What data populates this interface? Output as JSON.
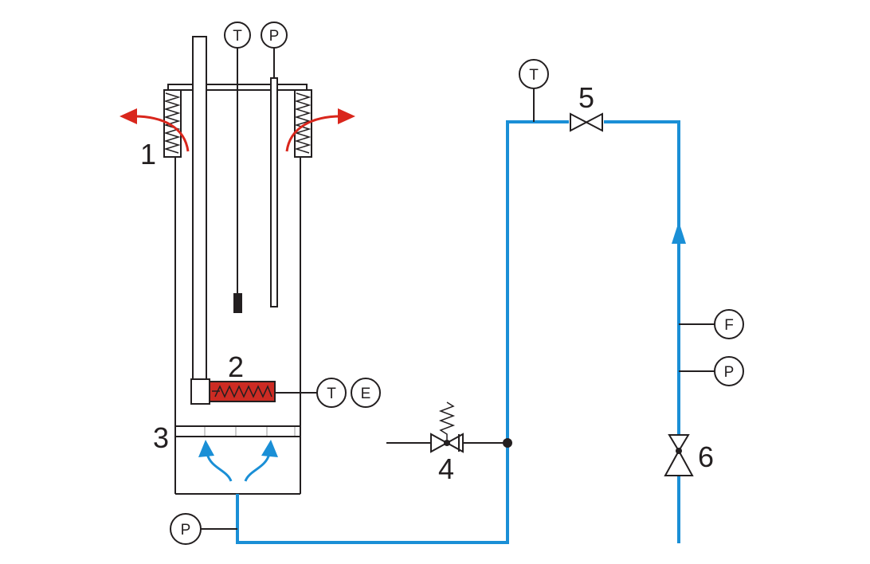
{
  "colors": {
    "line": "#231f20",
    "pipe": "#1a8fd6",
    "exhaust_arrow": "#d9261c",
    "heater_fill": "#cc2b23"
  },
  "callouts": {
    "c1": "1",
    "c2": "2",
    "c3": "3",
    "c4": "4",
    "c5": "5",
    "c6": "6"
  },
  "instruments": {
    "top_t": "T",
    "top_p": "P",
    "heater_t": "T",
    "heater_e": "E",
    "bottom_p": "P",
    "pipe_t": "T",
    "flow_f": "F",
    "inlet_p": "P"
  }
}
